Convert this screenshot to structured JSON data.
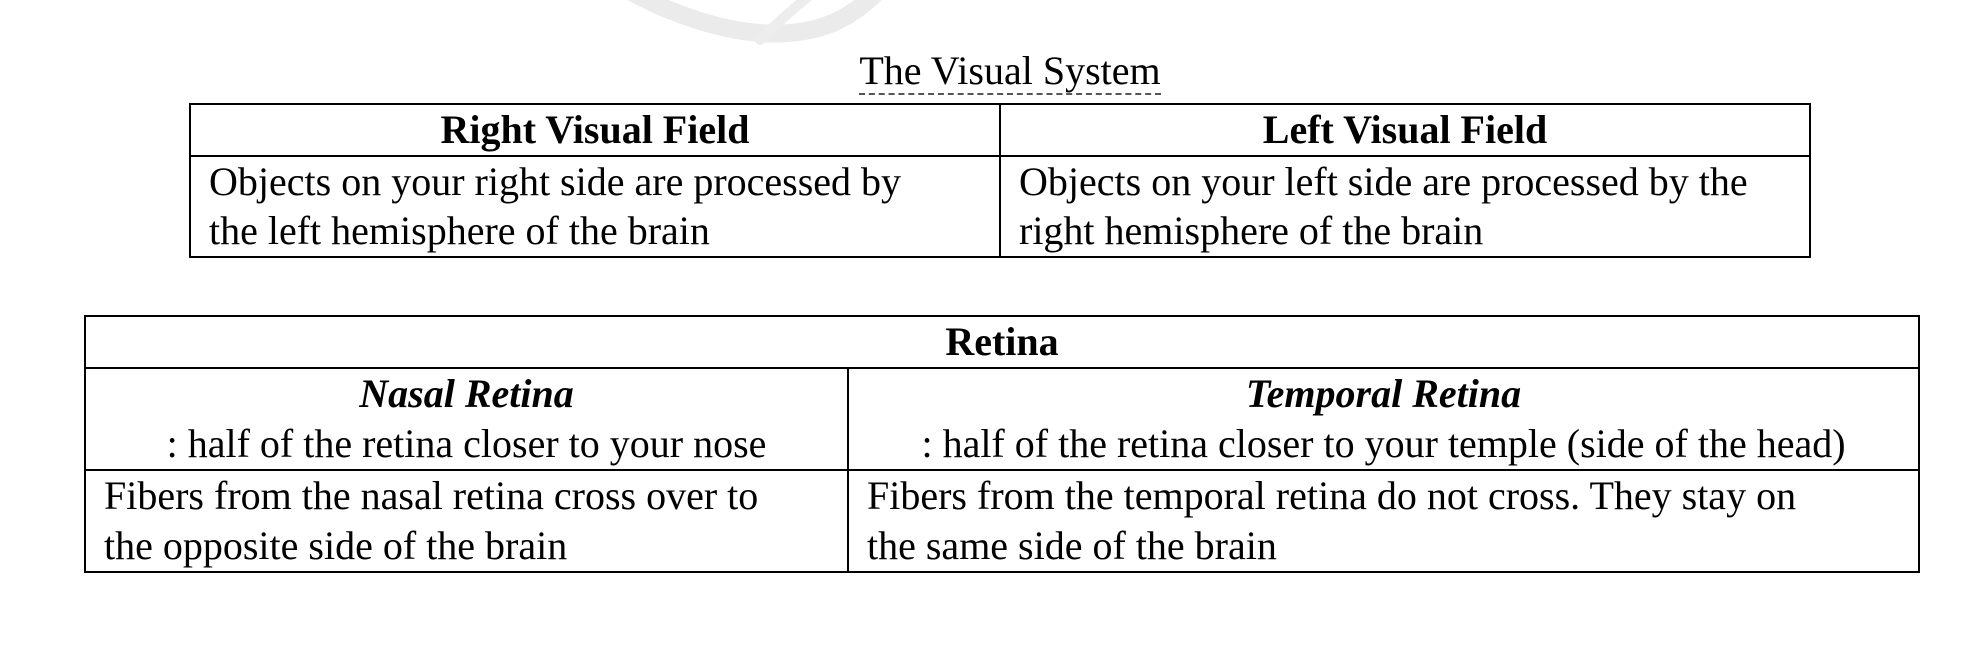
{
  "title": "The Visual System",
  "visual_field_table": {
    "headers": [
      "Right Visual Field",
      "Left Visual Field"
    ],
    "cells": [
      {
        "line1": "Objects on your right side are processed by",
        "line2": "the left hemisphere of the brain"
      },
      {
        "line1": "Objects on your left side are processed by the",
        "line2": "right hemisphere of the brain"
      }
    ]
  },
  "retina_table": {
    "header": "Retina",
    "subheaders": [
      {
        "title": "Nasal Retina",
        "desc": ": half of the retina closer to your nose"
      },
      {
        "title": "Temporal Retina",
        "desc": ": half of the retina closer to your temple (side of the head)"
      }
    ],
    "cells": [
      {
        "line1": "Fibers from the nasal retina cross over to",
        "line2": "the opposite side of the brain"
      },
      {
        "line1": "Fibers from the temporal retina do not cross. They stay on",
        "line2": "the same side of the brain"
      }
    ]
  },
  "watermark_color": "#e6e6e6"
}
